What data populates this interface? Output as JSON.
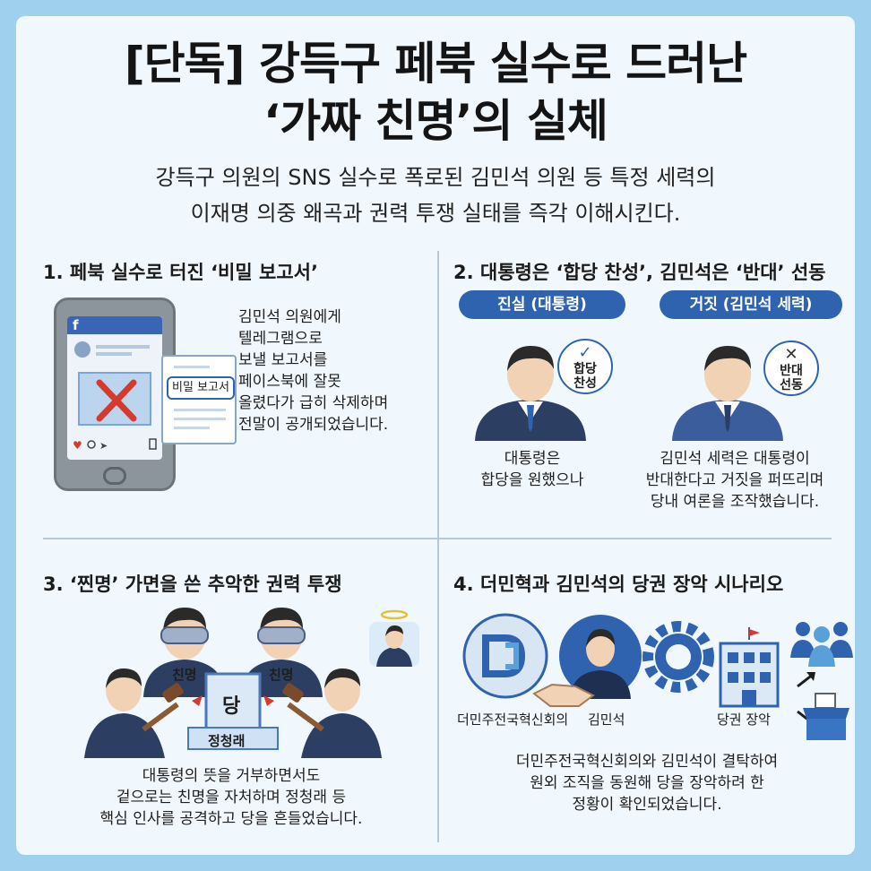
{
  "header": {
    "title_line1": "[단독] 강득구 페북 실수로 드러난",
    "title_line2": "‘가짜 친명’의 실체",
    "subtitle_line1": "강득구 의원의 SNS 실수로 폭로된 김민석 의원 등 특정 세력의",
    "subtitle_line2": "이재명 의중 왜곡과 권력 투쟁 실태를 즉각 이해시킨다."
  },
  "section1": {
    "title": "1. 페북 실수로 터진 ‘비밀 보고서’",
    "doc_label": "비밀 보고서",
    "phone_brand": "f",
    "body_lines": [
      "김민석 의원에게",
      "텔레그램으로",
      "보낼 보고서를",
      "페이스북에 잘못",
      "올렸다가 급히 삭제하며",
      "전말이 공개되었습니다."
    ]
  },
  "section2": {
    "title": "2. 대통령은 ‘합당 찬성’, 김민석은 ‘반대’ 선동",
    "pill_truth": "진실 (대통령)",
    "pill_false": "거짓 (김민석 세력)",
    "bubble_truth": {
      "mark": "✓",
      "line1": "합당",
      "line2": "찬성"
    },
    "bubble_false": {
      "mark": "✕",
      "line1": "반대",
      "line2": "선동"
    },
    "left_text_lines": [
      "대통령은",
      "합당을 원했으나"
    ],
    "right_text_lines": [
      "김민석 세력은 대통령이",
      "반대한다고 거짓을 퍼뜨리며",
      "당내 여론을 조작했습니다."
    ]
  },
  "section3": {
    "title": "3. ‘찐명’ 가면을 쓴 추악한 권력 투쟁",
    "mask_label_left": "친명",
    "mask_label_right": "친명",
    "building_label": "당",
    "target_label": "정청래",
    "body_lines": [
      "대통령의 뜻을 거부하면서도",
      "겉으로는 친명을 자처하며 정청래 등",
      "핵심 인사를 공격하고 당을 흔들었습니다."
    ]
  },
  "section4": {
    "title": "4. 더민혁과 김민석의 당권 장악 시나리오",
    "label_org": "더민주전국혁신회의",
    "label_person": "김민석",
    "label_control": "당권 장악",
    "body_lines": [
      "더민주전국혁신회의와 김민석이 결탁하여",
      "원외 조직을 동원해 당을 장악하려 한",
      "정황이 확인되었습니다."
    ]
  },
  "colors": {
    "background": "#9fd0ee",
    "card": "#f1f8fd",
    "accent_blue": "#2f63b0",
    "danger_red": "#d63a2f"
  }
}
